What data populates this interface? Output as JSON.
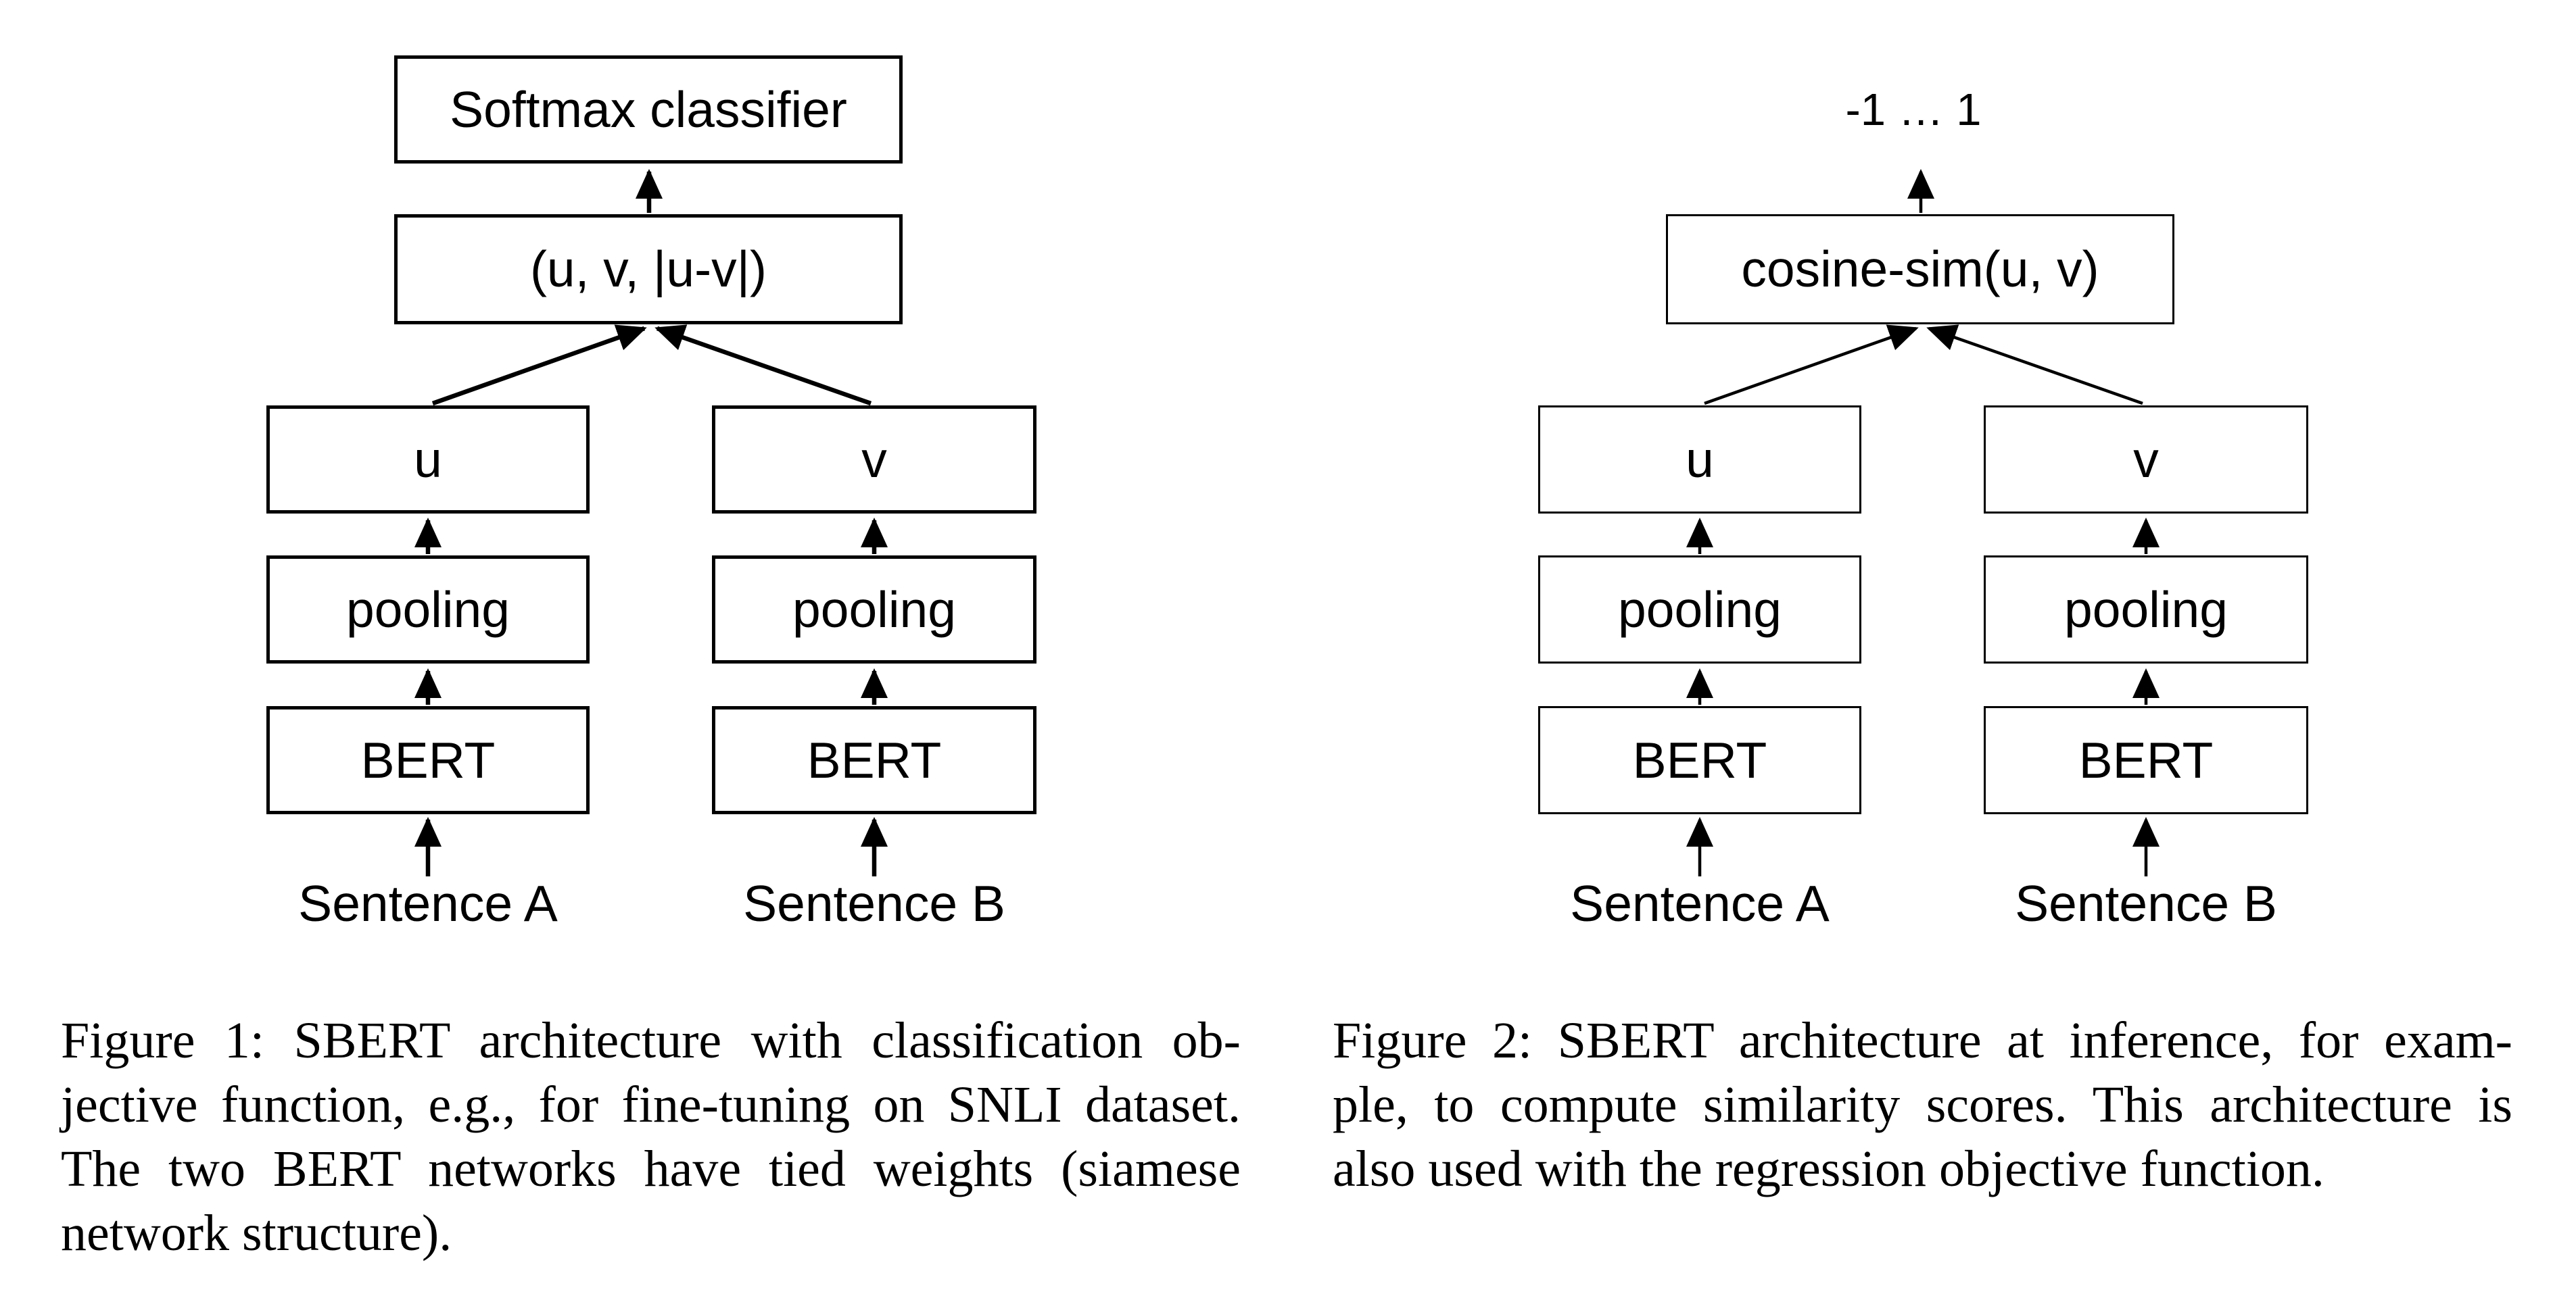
{
  "figure1": {
    "nodes": {
      "softmax": "Softmax classifier",
      "concat": "(u, v, |u-v|)",
      "u": "u",
      "v": "v",
      "pooling_left": "pooling",
      "pooling_right": "pooling",
      "bert_left": "BERT",
      "bert_right": "BERT"
    },
    "inputs": {
      "sentence_a": "Sentence A",
      "sentence_b": "Sentence B"
    },
    "caption_lines": [
      "Figure 1: SBERT architecture with classification ob-",
      "jective function, e.g., for fine-tuning on SNLI dataset.",
      "The two BERT networks have tied weights (siamese",
      "network structure)."
    ]
  },
  "figure2": {
    "output_range": "-1 … 1",
    "nodes": {
      "cosine": "cosine-sim(u, v)",
      "u": "u",
      "v": "v",
      "pooling_left": "pooling",
      "pooling_right": "pooling",
      "bert_left": "BERT",
      "bert_right": "BERT"
    },
    "inputs": {
      "sentence_a": "Sentence A",
      "sentence_b": "Sentence B"
    },
    "caption_lines": [
      "Figure 2: SBERT architecture at inference, for exam-",
      "ple, to compute similarity scores. This architecture is",
      "also used with the regression objective function."
    ]
  },
  "colors": {
    "ink": "#000000",
    "paper": "#ffffff"
  }
}
